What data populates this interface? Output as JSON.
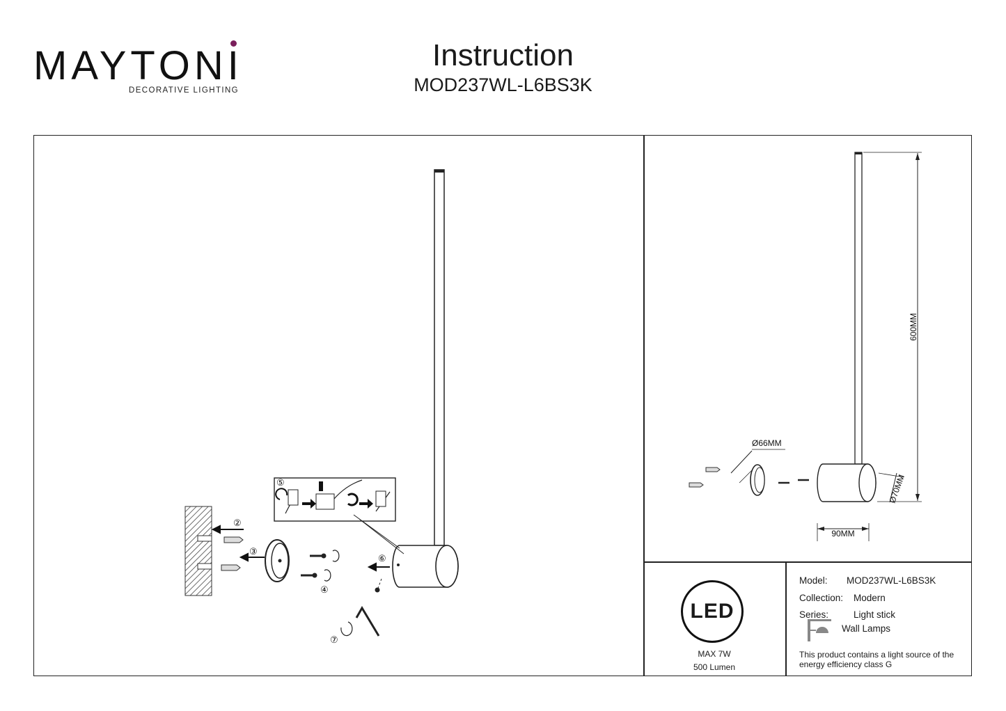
{
  "brand": {
    "name": "MAYTONI",
    "tagline": "DECORATIVE LIGHTING",
    "dot_color": "#7a1f5c"
  },
  "header": {
    "title": "Instruction",
    "model": "MOD237WL-L6BS3K"
  },
  "assembly": {
    "step_labels": [
      "②",
      "③",
      "④",
      "⑤",
      "⑥",
      "⑦"
    ]
  },
  "dimensions": {
    "height": "600MM",
    "base_diameter": "Ø66MM",
    "body_diameter": "Ø70MM",
    "depth": "90MM"
  },
  "led_badge": {
    "label": "LED",
    "power": "MAX 7W",
    "lumen": "500 Lumen"
  },
  "specs": {
    "model_label": "Model:",
    "model_value": "MOD237WL-L6BS3K",
    "collection_label": "Collection:",
    "collection_value": "Modern",
    "series_label": "Series:",
    "series_value": "Light stick",
    "type_value": "Wall Lamps",
    "energy_note": "This product contains a light source of the energy efficiency class G"
  }
}
